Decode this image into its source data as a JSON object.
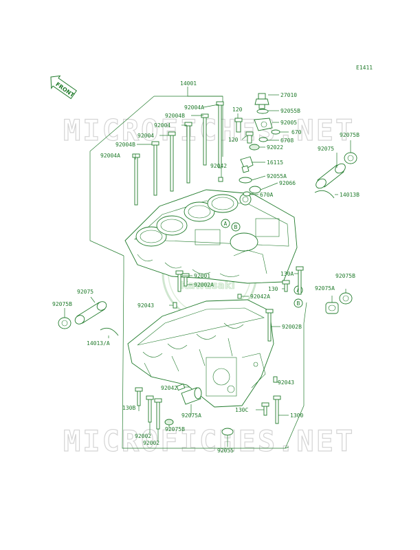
{
  "diagram": {
    "page_code": "E1411",
    "front_badge": "FRONT",
    "watermark": "MICROFICHES.NET",
    "logo_text": "Kawasaki",
    "labels": {
      "p14001": "14001",
      "p27010": "27010",
      "p92055B_top": "92055B",
      "p92005": "92005",
      "p670": "670",
      "p6708": "6708",
      "p92022": "92022",
      "p120_a": "120",
      "p120_b": "120",
      "p92004A_top": "92004A",
      "p92004B_top": "92004B",
      "p92004_a": "92004",
      "p92004_b": "92004",
      "p92004B_left": "92004B",
      "p92004A_left": "92004A",
      "p92042_top": "92042",
      "p16115": "16115",
      "p92055A": "92055A",
      "p92066": "92066",
      "p670A": "670A",
      "p92075B_r_top": "92075B",
      "p92075_r": "92075",
      "p14013B": "14013B",
      "p92001": "92001",
      "p92002A": "92002A",
      "p92042A": "92042A",
      "p92043_left": "92043",
      "p130A": "130A",
      "p130": "130",
      "p92075B_r_bot": "92075B",
      "p92075A_r": "92075A",
      "p92002B": "92002B",
      "p92075_l": "92075",
      "p92075B_l": "92075B",
      "p14013A": "14013/A",
      "p92043_right": "92043",
      "p92042_bot": "92042",
      "p130B": "130B",
      "p92075A_bot": "92075A",
      "p130C": "130C",
      "p1300": "1300",
      "p92075B_bot": "92075B",
      "p92002_a": "92002",
      "p92002_b": "92002",
      "p92055": "92055",
      "callout_A": "A",
      "callout_B": "B"
    }
  },
  "colors": {
    "line": "#1f7a2a",
    "watermark": "#d4d4d4",
    "background": "#ffffff"
  }
}
